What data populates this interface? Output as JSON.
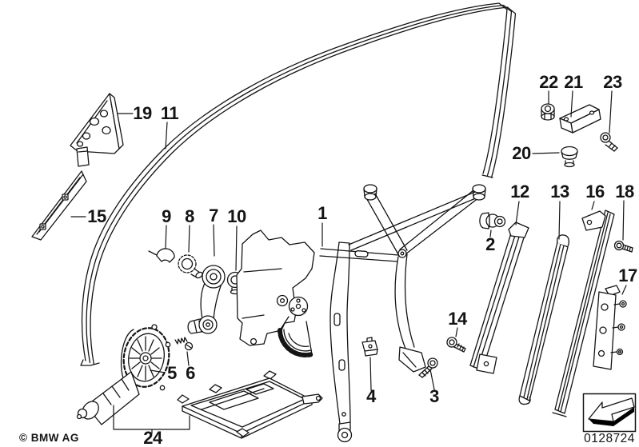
{
  "page": {
    "background_color": "#ffffff",
    "line_color": "#141414",
    "copyright": "© BMW AG",
    "plate_code": "0128724",
    "icons": {
      "direction_arrow": "arrow-lower-left"
    }
  },
  "part_labels": {
    "1": "1",
    "2": "2",
    "3": "3",
    "4": "4",
    "5": "5",
    "6": "6",
    "7": "7",
    "8": "8",
    "9": "9",
    "10": "10",
    "11": "11",
    "12": "12",
    "13": "13",
    "14": "14",
    "15": "15",
    "16": "16",
    "17": "17",
    "18": "18",
    "19": "19",
    "20": "20",
    "21": "21",
    "22": "22",
    "23": "23",
    "24": "24"
  }
}
